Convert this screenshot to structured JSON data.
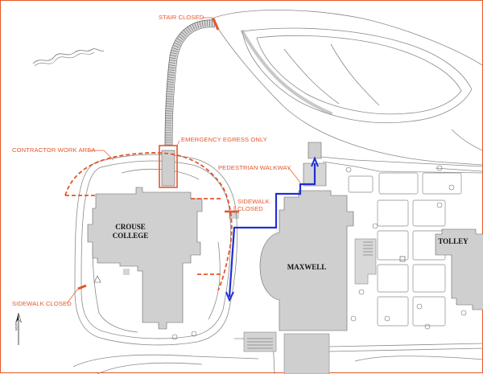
{
  "labels": {
    "stair_closed": "STAIR CLOSED",
    "emergency_egress": "EMERGENCY EGRESS ONLY",
    "contractor_work_area": "CONTRACTOR WORK AREA",
    "pedestrian_walkway": "PEDESTRIAN WALKWAY",
    "sidewalk_closed_east_1": "SIDEWALK",
    "sidewalk_closed_east_2": "CLOSED",
    "sidewalk_closed_west": "SIDEWALK CLOSED"
  },
  "buildings": {
    "crouse_1": "CROUSE",
    "crouse_2": "COLLEGE",
    "maxwell": "MAXWELL",
    "tolley": "TOLLEY"
  },
  "north_arrow_text": "NORTH",
  "colors": {
    "closure": "#e3572a",
    "walkway": "#1f2fd6",
    "building_fill": "#d0d0d0",
    "line": "#8a8a8a"
  }
}
